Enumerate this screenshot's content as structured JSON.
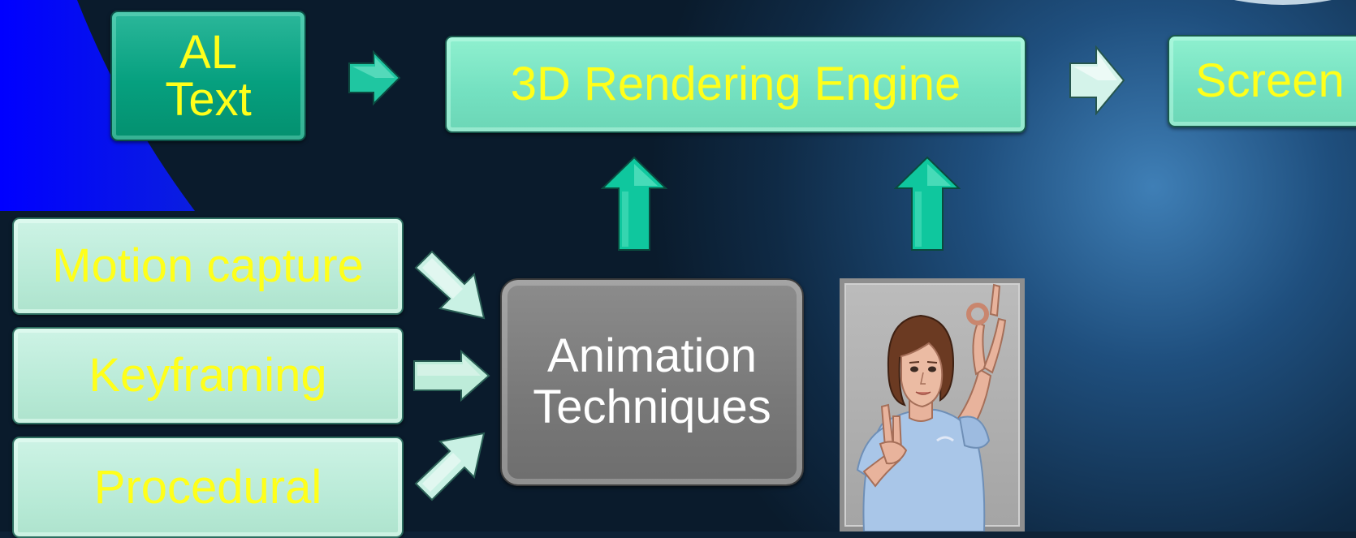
{
  "diagram": {
    "nodes": {
      "al_text": {
        "line1": "AL",
        "line2": "Text"
      },
      "rendering_engine": {
        "label": "3D Rendering Engine"
      },
      "screen": {
        "label": "Screen"
      },
      "motion_capture": {
        "label": "Motion capture"
      },
      "keyframing": {
        "label": "Keyframing"
      },
      "procedural": {
        "label": "Procedural"
      },
      "animation_techniques": {
        "line1": "Animation",
        "line2": "Techniques"
      }
    },
    "edges": [
      {
        "from": "al_text",
        "to": "rendering_engine"
      },
      {
        "from": "rendering_engine",
        "to": "screen"
      },
      {
        "from": "motion_capture",
        "to": "animation_techniques"
      },
      {
        "from": "keyframing",
        "to": "animation_techniques"
      },
      {
        "from": "procedural",
        "to": "animation_techniques"
      },
      {
        "from": "animation_techniques",
        "to": "rendering_engine"
      },
      {
        "from": "avatar",
        "to": "rendering_engine"
      }
    ],
    "images": {
      "avatar": "signing-avatar-figure"
    },
    "colors": {
      "node_text": "#ffff1a",
      "animation_text": "#ffffff",
      "teal_dark": "#06a07f",
      "teal_light": "#73e0c0",
      "mint": "#b6e9d5",
      "grey": "#787878",
      "background": "#0e2236",
      "blue_accent": "#0000ff"
    }
  }
}
